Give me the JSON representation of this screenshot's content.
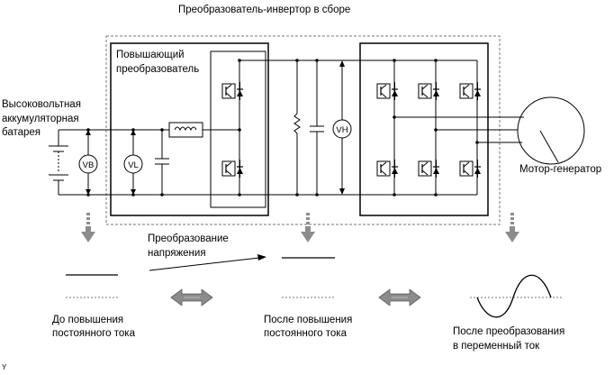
{
  "title": "Преобразователь-инвертор в сборе",
  "boost_label_line1": "Повышающий",
  "boost_label_line2": "преобразователь",
  "battery_label_line1": "Высоковольтная",
  "battery_label_line2": "аккумуляторная",
  "battery_label_line3": "батарея",
  "motor_label": "Мотор-генератор",
  "meters": {
    "vb": "VB",
    "vl": "VL",
    "vh": "VH"
  },
  "conversion_label_line1": "Преобразование",
  "conversion_label_line2": "напряжения",
  "stage1_line1": "До повышения",
  "stage1_line2": "постоянного тока",
  "stage2_line1": "После повышения",
  "stage2_line2": "постоянного тока",
  "stage3_line1": "После преобразования",
  "stage3_line2": "в переменный ток",
  "corner_mark": "Y",
  "colors": {
    "arrow_gray": "#8c8c8c",
    "dashed_gray": "#777777"
  }
}
